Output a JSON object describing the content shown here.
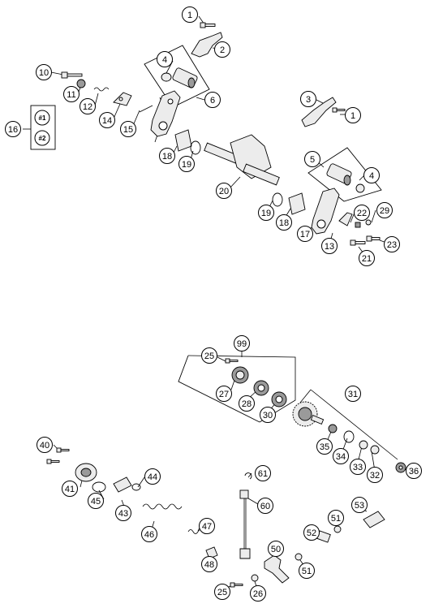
{
  "callouts": [
    "1",
    "2",
    "4",
    "6",
    "10",
    "11",
    "12",
    "14",
    "15",
    "16",
    "#1",
    "#2",
    "18",
    "19",
    "20",
    "3",
    "1",
    "5",
    "4",
    "22",
    "29",
    "19",
    "18",
    "17",
    "13",
    "21",
    "23",
    "99",
    "25",
    "27",
    "28",
    "30",
    "31",
    "35",
    "34",
    "33",
    "32",
    "36",
    "40",
    "41",
    "45",
    "44",
    "43",
    "46",
    "61",
    "60",
    "47",
    "48",
    "53",
    "51",
    "52",
    "50",
    "51",
    "25",
    "26"
  ],
  "group_16_tags": [
    "#1",
    "#2"
  ],
  "part_tags": [
    "#1",
    "#2"
  ]
}
